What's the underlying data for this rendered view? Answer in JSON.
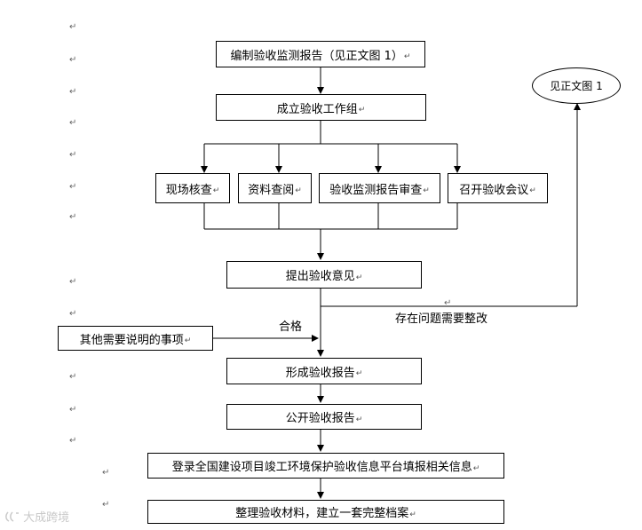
{
  "diagram": {
    "steps": {
      "compile_report": "编制验收监测报告（见正文图 1）",
      "form_group": "成立验收工作组",
      "site_check": "现场核查",
      "doc_review": "资料查阅",
      "report_review": "验收监测报告审查",
      "meeting": "召开验收会议",
      "propose_opinion": "提出验收意见",
      "other_matters": "其他需要说明的事项",
      "form_report": "形成验收报告",
      "publish_report": "公开验收报告",
      "register_platform": "登录全国建设项目竣工环境保护验收信息平台填报相关信息",
      "archive": "整理验收材料，建立一套完整档案"
    },
    "ellipse_ref": "见正文图 1",
    "labels": {
      "qualified": "合格",
      "needs_rectification": "存在问题需要整改"
    },
    "paragraph_mark": "↵"
  },
  "watermark": "大成跨境"
}
